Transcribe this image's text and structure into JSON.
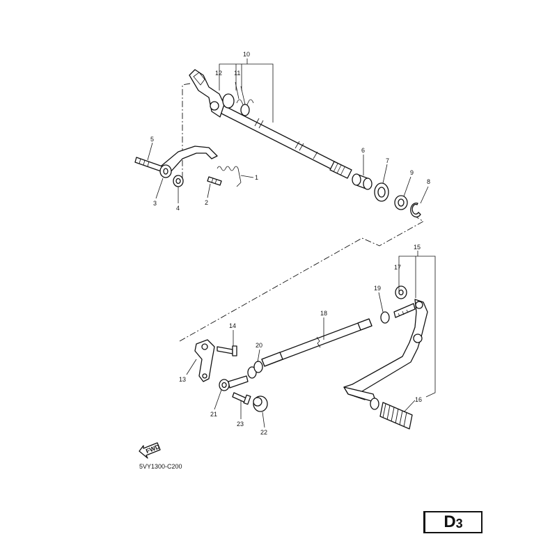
{
  "diagram": {
    "callouts": [
      "1",
      "2",
      "3",
      "4",
      "5",
      "6",
      "7",
      "8",
      "9",
      "10",
      "11",
      "12",
      "13",
      "14",
      "15",
      "16",
      "17",
      "18",
      "19",
      "20",
      "21",
      "22",
      "23"
    ],
    "fwd_label": "FWD",
    "diagram_code": "5VY1300-C200",
    "page_badge": {
      "letter": "D",
      "number": "3"
    }
  },
  "colors": {
    "line": "#111111",
    "background": "#ffffff"
  }
}
